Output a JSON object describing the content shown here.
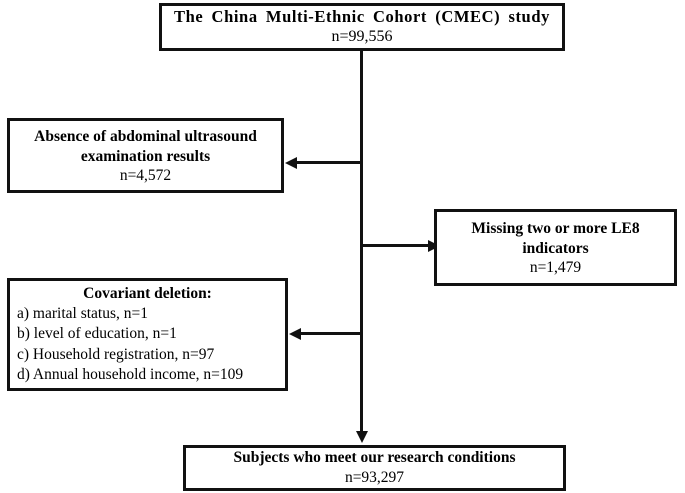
{
  "chart_data": {
    "type": "diagram",
    "title": "CMEC study participant selection flowchart",
    "nodes": [
      {
        "id": "cohort",
        "title": "The  China  Multi-Ethnic  Cohort (CMEC)  study",
        "count": "n=99,556"
      },
      {
        "id": "ultrasound",
        "title_line1": "Absence of abdominal ultrasound",
        "title_line2": "examination results",
        "count": "n=4,572"
      },
      {
        "id": "le8",
        "title_line1": "Missing two or more LE8",
        "title_line2": "indicators",
        "count": "n=1,479"
      },
      {
        "id": "covariant",
        "title": "Covariant deletion:",
        "items": [
          "a) marital status, n=1",
          "b) level of education, n=1",
          "c) Household registration, n=97",
          "d) Annual household income, n=109"
        ]
      },
      {
        "id": "final",
        "title": "Subjects who meet our research conditions",
        "count": "n=93,297"
      }
    ],
    "edges": [
      {
        "from": "cohort",
        "to": "ultrasound",
        "direction": "left"
      },
      {
        "from": "cohort",
        "to": "le8",
        "direction": "right"
      },
      {
        "from": "cohort",
        "to": "covariant",
        "direction": "left"
      },
      {
        "from": "cohort",
        "to": "final",
        "direction": "down"
      }
    ]
  },
  "flowchart": {
    "top_box": {
      "title": "The  China  Multi-Ethnic  Cohort (CMEC)  study",
      "count": "n=99,556"
    },
    "ultrasound_box": {
      "line1": "Absence of abdominal ultrasound",
      "line2": "examination results",
      "count": "n=4,572"
    },
    "le8_box": {
      "line1": "Missing two or more LE8",
      "line2": "indicators",
      "count": "n=1,479"
    },
    "covariant_box": {
      "title": "Covariant deletion:",
      "item_a": "a) marital status, n=1",
      "item_b": "b) level of education, n=1",
      "item_c": "c) Household registration, n=97",
      "item_d": "d) Annual household income, n=109"
    },
    "bottom_box": {
      "title": "Subjects who meet our research conditions",
      "count": "n=93,297"
    }
  },
  "colors": {
    "stroke": "#111111",
    "background": "#ffffff",
    "text": "#000000"
  }
}
